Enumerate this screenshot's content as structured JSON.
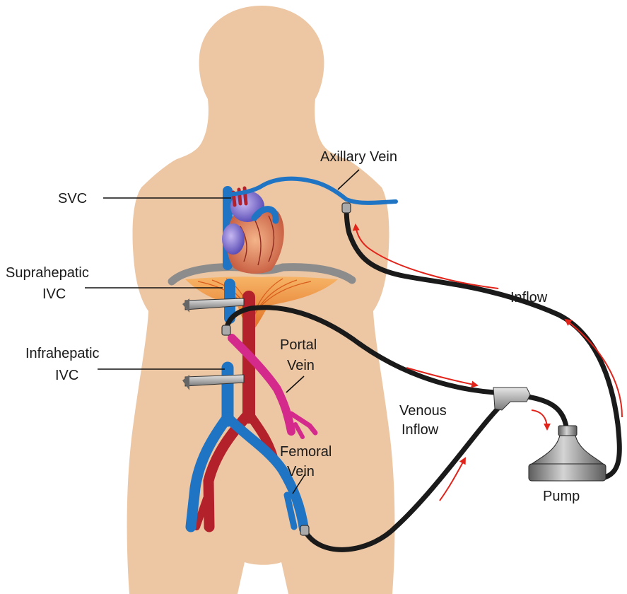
{
  "labels": {
    "svc": "SVC",
    "axillary_vein": "Axillary Vein",
    "suprahepatic_line1": "Suprahepatic",
    "suprahepatic_line2": "IVC",
    "infrahepatic_line1": "Infrahepatic",
    "infrahepatic_line2": "IVC",
    "portal_line1": "Portal",
    "portal_line2": "Vein",
    "femoral_line1": "Femoral",
    "femoral_line2": "Vein",
    "venous_inflow_line1": "Venous",
    "venous_inflow_line2": "Inflow",
    "inflow": "Inflow",
    "pump": "Pump"
  },
  "colors": {
    "skin": "#edc7a4",
    "vein_blue": "#1f74c4",
    "artery_red": "#b3212b",
    "portal_magenta": "#d42a8c",
    "liver_orange": "#ef8a33",
    "diaphragm_gray": "#8c8c8c",
    "tubing": "#1a1a1a",
    "flow_arrow": "#e2231a",
    "pump_gray": "#6f6f6f"
  }
}
